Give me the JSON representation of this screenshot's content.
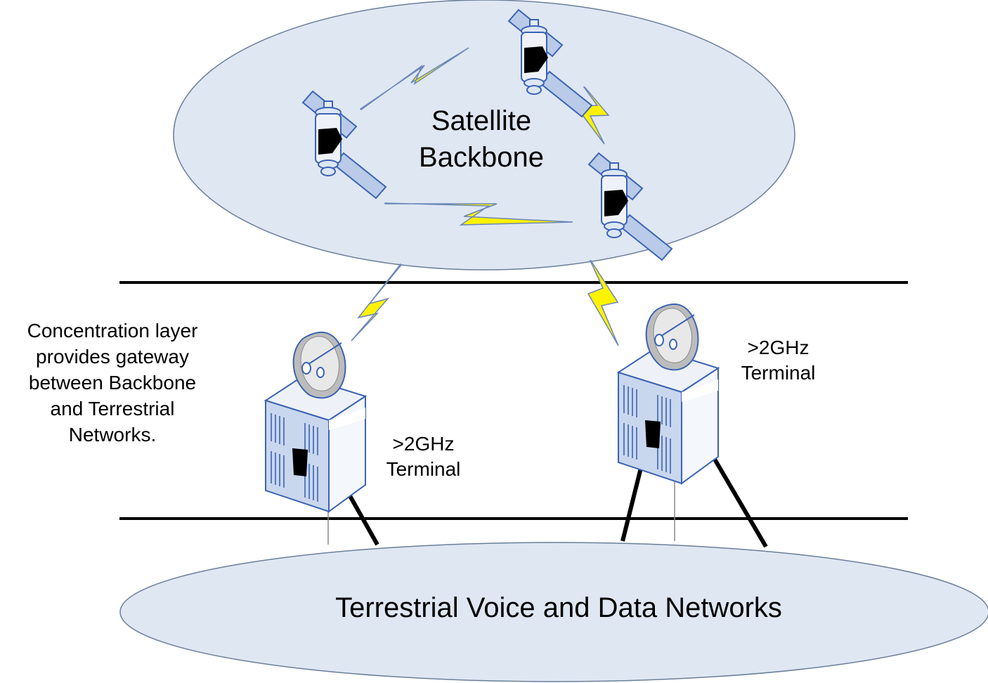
{
  "diagram": {
    "backbone_label": [
      "Satellite",
      "Backbone"
    ],
    "terrestrial_label": "Terrestrial Voice and Data Networks",
    "concentration_note": [
      "Concentration layer",
      "provides gateway",
      "between Backbone",
      "and Terrestrial",
      "Networks."
    ],
    "terminals": [
      {
        "label": [
          ">2GHz",
          "Terminal"
        ]
      },
      {
        "label": [
          ">2GHz",
          "Terminal"
        ]
      }
    ]
  },
  "colors": {
    "ellipse_fill": "#dfe7f3",
    "ellipse_stroke": "#6b7f99",
    "lightning_fill": "#fff200",
    "lightning_stroke": "#6b86b8",
    "layer_line": "#000000",
    "device_blue": "#3b63b3",
    "device_light": "#dde6f4"
  }
}
